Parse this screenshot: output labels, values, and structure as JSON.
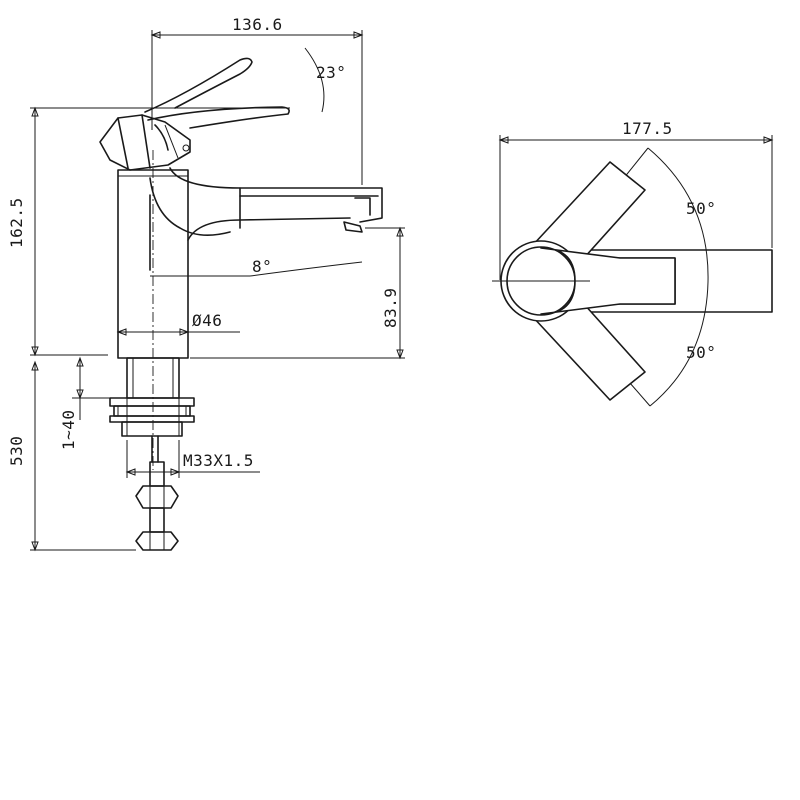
{
  "dimensions": {
    "overall_width": "136.6",
    "lever_angle": "23°",
    "body_height": "162.5",
    "spout_angle": "8°",
    "base_diameter": "Ø46",
    "spout_height": "83.9",
    "counter_thickness": "1~40",
    "thread": "M33X1.5",
    "hose_length": "530",
    "top_width": "177.5",
    "swing_upper": "50°",
    "swing_lower": "50°"
  },
  "colors": {
    "line": "#1a1a1a",
    "background": "#ffffff"
  }
}
